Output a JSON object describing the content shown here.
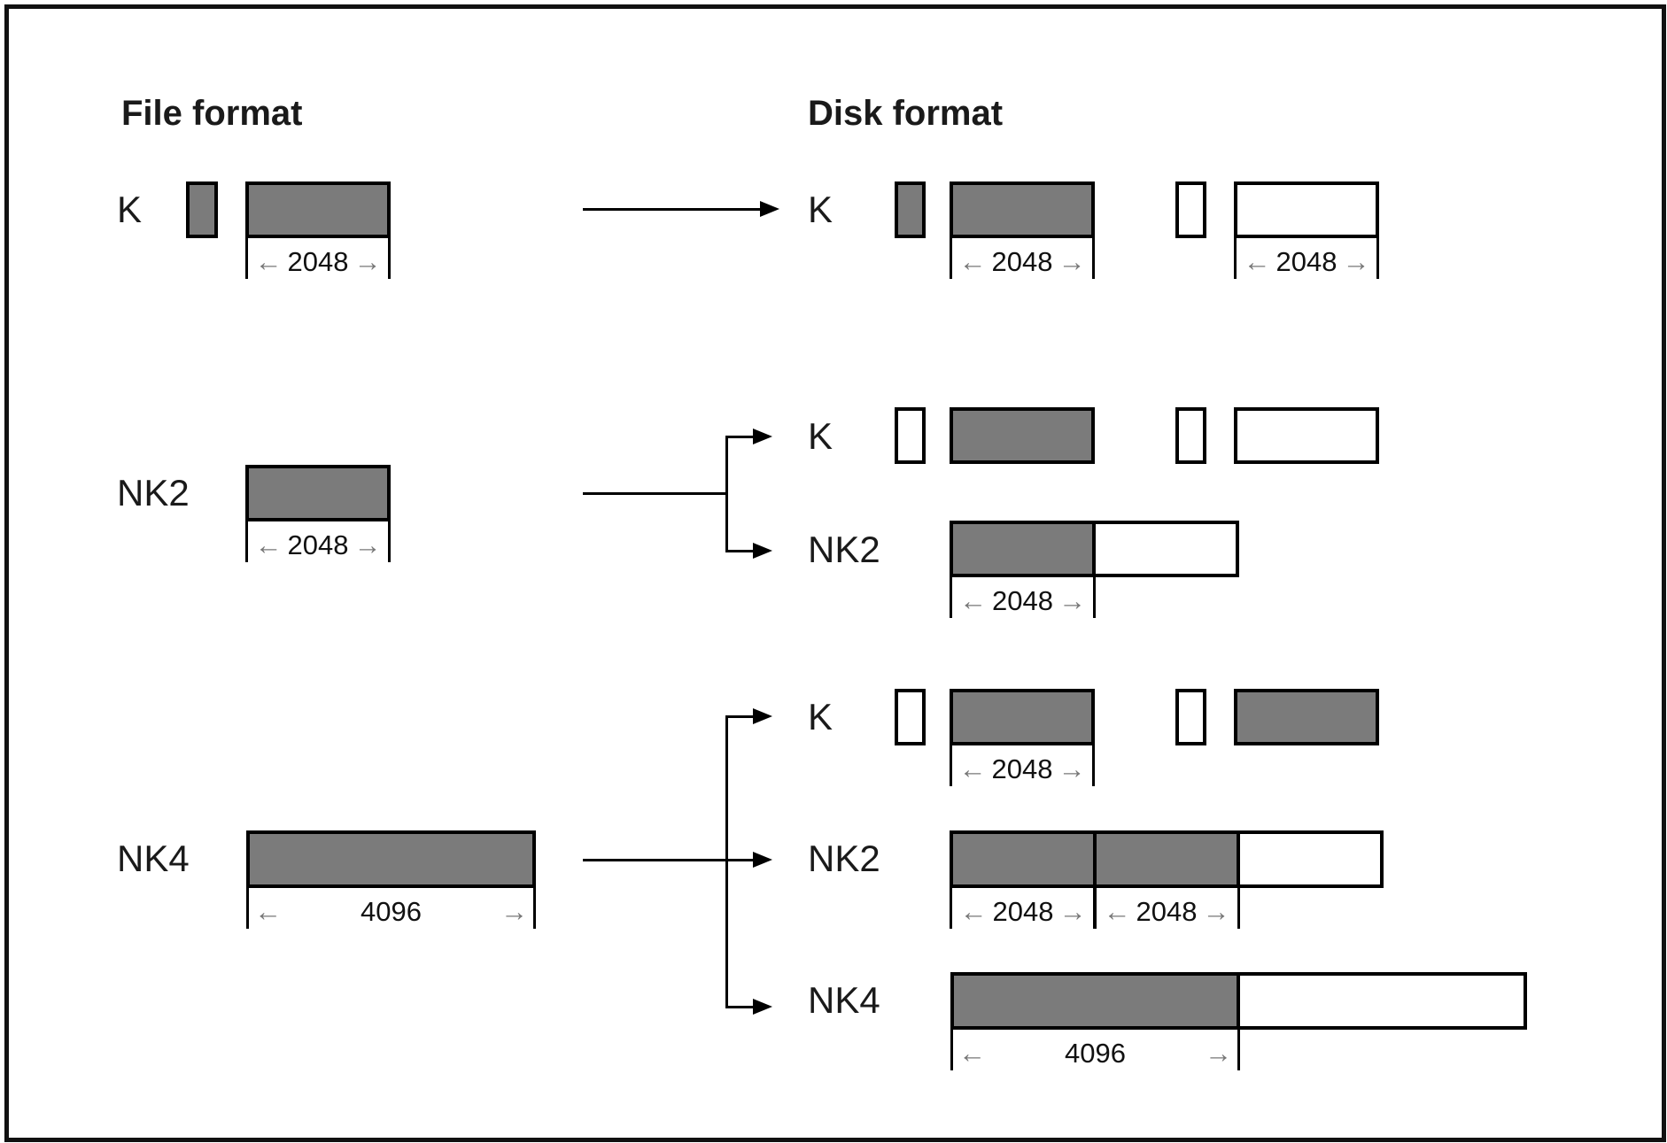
{
  "headings": {
    "file": "File format",
    "disk": "Disk format"
  },
  "glyphs": {
    "dim_arrow_left": "←",
    "dim_arrow_right": "→"
  },
  "colors": {
    "block_gray": "#7b7b7b",
    "block_white": "#ffffff",
    "outline": "#000000",
    "dim_arrow_gray": "#777777"
  },
  "file_column": {
    "k": {
      "label": "K",
      "big_dim": "2048"
    },
    "nk2": {
      "label": "NK2",
      "dim": "2048"
    },
    "nk4": {
      "label": "NK4",
      "dim": "4096"
    }
  },
  "disk_column": {
    "row1_k": {
      "label": "K",
      "gray_dim": "2048",
      "white_dim": "2048"
    },
    "row2_k": {
      "label": "K"
    },
    "row2_nk2": {
      "label": "NK2",
      "dim": "2048"
    },
    "row3_k": {
      "label": "K",
      "dim": "2048"
    },
    "row3_nk2": {
      "label": "NK2",
      "dim1": "2048",
      "dim2": "2048"
    },
    "row3_nk4": {
      "label": "NK4",
      "dim": "4096"
    }
  }
}
